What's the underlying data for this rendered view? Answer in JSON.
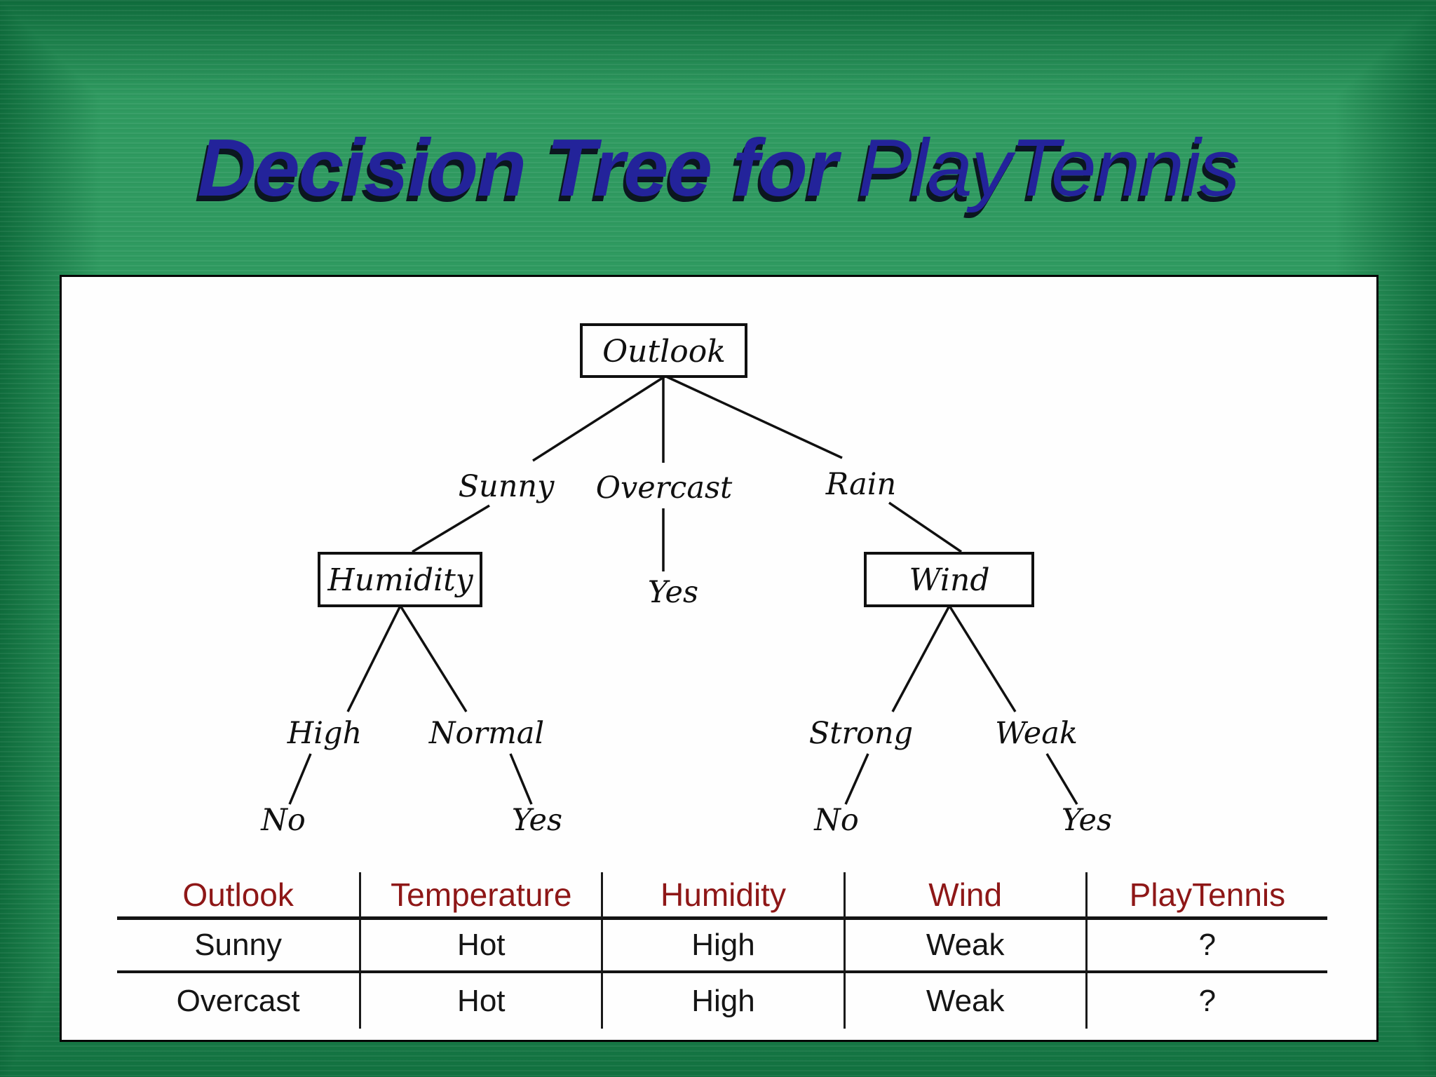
{
  "title": {
    "emphasis": "Decision Tree for ",
    "subject": "PlayTennis",
    "full_text": "Decision Tree for PlayTennis"
  },
  "tree": {
    "type": "decision-tree",
    "root": "Outlook",
    "humidity": "Humidity",
    "wind": "Wind",
    "sunny": "Sunny",
    "overcast": "Overcast",
    "rain": "Rain",
    "yes_overcast": "Yes",
    "high": "High",
    "normal": "Normal",
    "strong": "Strong",
    "weak": "Weak",
    "no_high": "No",
    "yes_normal": "Yes",
    "no_strong": "No",
    "yes_weak": "Yes",
    "structure": {
      "Outlook": {
        "Sunny": {
          "Humidity": {
            "High": "No",
            "Normal": "Yes"
          }
        },
        "Overcast": "Yes",
        "Rain": {
          "Wind": {
            "Strong": "No",
            "Weak": "Yes"
          }
        }
      }
    }
  },
  "table": {
    "headers": [
      "Outlook",
      "Temperature",
      "Humidity",
      "Wind",
      "PlayTennis"
    ],
    "rows": [
      [
        "Sunny",
        "Hot",
        "High",
        "Weak",
        "?"
      ],
      [
        "Overcast",
        "Hot",
        "High",
        "Weak",
        "?"
      ]
    ]
  },
  "colors": {
    "title_color": "#23239a",
    "table_header_color": "#8e1717",
    "tree_ink": "#101010",
    "table_ink": "#151515",
    "bg_dark": "#0f6c3c",
    "bg_mid": "#2f9a60",
    "bg_light": "#85cca2"
  }
}
